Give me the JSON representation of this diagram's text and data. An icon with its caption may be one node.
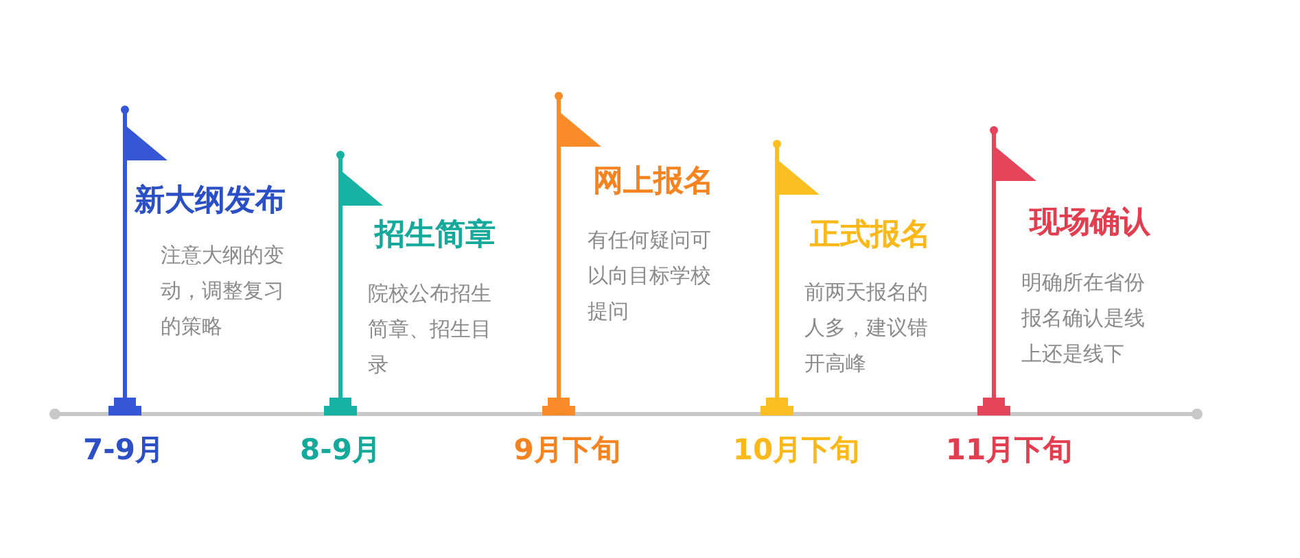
{
  "diagram": {
    "labels": [
      "新大纲发布",
      "注意大纲的变动，调整复习的策略",
      "7-9月",
      "招生简章",
      "院校公布招生简章、招生目录",
      "8-9月",
      "网上报名",
      "有任何疑问可以向目标学校提问",
      "9月下旬",
      "正式报名",
      "前两天报名的人多，建议错开高峰",
      "10月下旬",
      "现场确认",
      "明确所在省份报名确认是线上还是线下",
      "11月下旬"
    ]
  }
}
